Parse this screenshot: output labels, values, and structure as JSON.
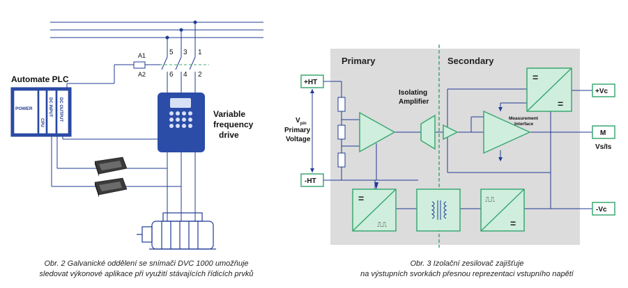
{
  "figure_left": {
    "plc_title": "Automate PLC",
    "plc_power": "POWER",
    "plc_cpu": "CPU",
    "plc_dc_input": "DC INPUT",
    "plc_dc_output": "DC OUTPUT",
    "contactor_a1": "A1",
    "contactor_a2": "A2",
    "terminals_top": [
      "5",
      "3",
      "1"
    ],
    "terminals_bottom": [
      "6",
      "4",
      "2"
    ],
    "vfd_label": [
      "Variable",
      "frequency",
      "drive"
    ],
    "caption_line1": "Obr. 2  Galvanické oddělení se snímači DVC 1000 umožňuje",
    "caption_line2": "sledovat výkonové aplikace při využití stávajících řídicích prvků"
  },
  "figure_right": {
    "primary_label": "Primary",
    "secondary_label": "Secondary",
    "plus_ht": "+HT",
    "minus_ht": "-HT",
    "vpin_main": "V",
    "vpin_sub": "pin",
    "primary_voltage": [
      "Primary",
      "Voltage"
    ],
    "isolating_amplifier": [
      "Isolating",
      "Amplifier"
    ],
    "measurement_interface": [
      "Measurement",
      "Interface"
    ],
    "plus_vc": "+Vc",
    "minus_vc": "-Vc",
    "m_label": "M",
    "vs_is": "Vs/Is",
    "equals_symbol": "=",
    "pulse_symbol": "⎍⎍",
    "caption_line1": "Obr. 3  Izolační zesilovač zajišťuje",
    "caption_line2": "na výstupních svorkách přesnou reprezentaci vstupního napětí"
  },
  "colors": {
    "line_blue": "#1f3a93",
    "green": "#3aa872",
    "green_fill": "#cfeedd",
    "panel_gray": "#dcdcdc",
    "dark_blue": "#1f3a93"
  }
}
